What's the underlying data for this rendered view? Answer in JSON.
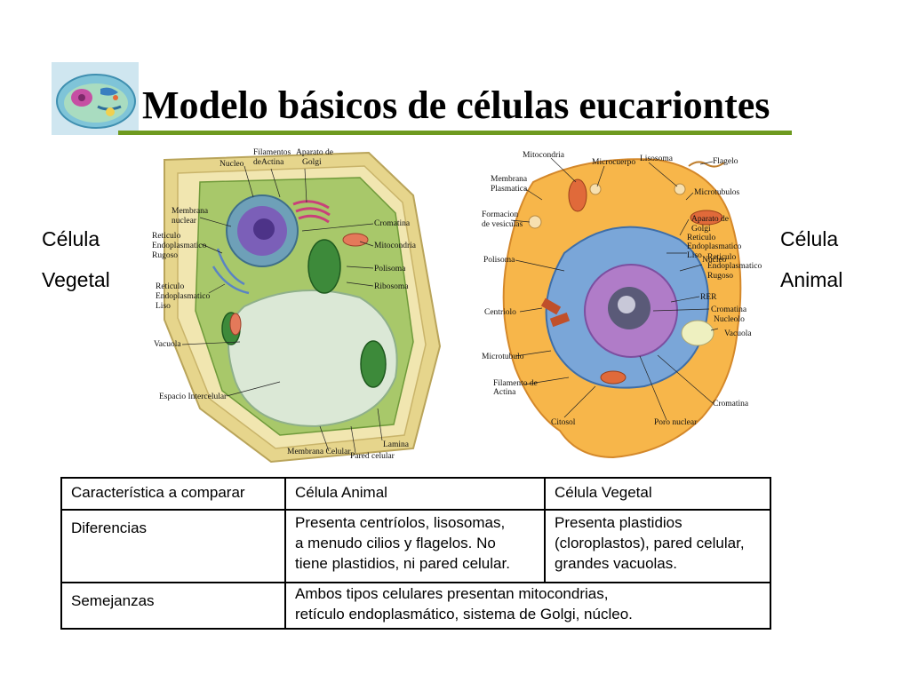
{
  "title": "Modelo básicos  de células eucariontes",
  "left_caption": {
    "line1": "Célula",
    "line2": "Vegetal"
  },
  "right_caption": {
    "line1": "Célula",
    "line2": "Animal"
  },
  "plant_labels": {
    "filamentos": "Filamentos",
    "de_actina": "deActina",
    "aparato_de": "Aparato de",
    "golgi": "Golgi",
    "nucleo": "Nucleo",
    "membrana": "Membrana",
    "nuclear": "nuclear",
    "reticulo1": "Reticulo",
    "endoplasmatico1": "Endoplasmatico",
    "rugoso": "Rugoso",
    "reticulo2": "Reticulo",
    "endoplasmatico2": "Endoplasmatico",
    "liso": "Liso",
    "cromatina": "Cromatina",
    "mitocondria": "Mitocondria",
    "polisoma": "Polisoma",
    "ribosoma": "Ribosoma",
    "vacuola": "Vacuola",
    "espacio": "Espacio Intercelular",
    "lamina": "Lamina",
    "membrana_celular": "Membrana Celular",
    "pared_celular": "Pared celular"
  },
  "animal_labels": {
    "mitocondria": "Mitocondria",
    "microcuerpo": "Microcuerpo",
    "lisosoma": "Lisosoma",
    "flagelo": "Flagelo",
    "membrana": "Membrana",
    "plasmatica": "Plasmatica",
    "microtubulos": "Microtubulos",
    "formacion": "Formacion",
    "de_vesiculas": "de vesiculas",
    "aparato_de": "Aparato de",
    "golgi": "Golgi",
    "reticulo1": "Reticulo",
    "endoplasmatico1": "Endoplasmatico",
    "liso": "Liso",
    "polisoma": "Polisoma",
    "reticulo2": "Reticulo",
    "endoplasmatico2": "Endoplasmatico",
    "rugoso": "Rugoso",
    "nucleo": "Nucleo",
    "rer": "RER",
    "centriolo": "Centriolo",
    "cromatina1": "Cromatina",
    "nucleolo": "Nucleolo",
    "vacuola": "Vacuola",
    "microtubulo": "Microtubulo",
    "filamento_de": "Filamento de",
    "actina": "Actina",
    "cromatina2": "Cromatina",
    "citosol": "Citosol",
    "poro_nuclear": "Poro nuclear"
  },
  "table": {
    "headers": [
      "Característica a comparar",
      "Célula Animal",
      "Célula Vegetal"
    ],
    "diferencias_label": "Diferencias",
    "diferencias_animal": [
      "Presenta centríolos, lisosomas,",
      "a menudo cilios y flagelos. No",
      "tiene plastidios, ni pared celular."
    ],
    "diferencias_vegetal": [
      "Presenta plastidios",
      "(cloroplastos), pared celular,",
      "grandes vacuolas."
    ],
    "semejanzas_label": "Semejanzas",
    "semejanzas": [
      "Ambos tipos celulares presentan mitocondrias,",
      "retículo endoplasmático, sistema de Golgi, núcleo."
    ]
  },
  "colors": {
    "title_rule": "#6e9a1f",
    "plant_wall": "#e6d58c",
    "plant_cytoplasm": "#a8c86a",
    "plant_vacuole": "#dbe8d6",
    "plant_nucleus": "#7b5fb8",
    "animal_cytoplasm": "#f7b64a",
    "animal_nucleus": "#b07cc8",
    "animal_er": "#7aa6d8"
  }
}
